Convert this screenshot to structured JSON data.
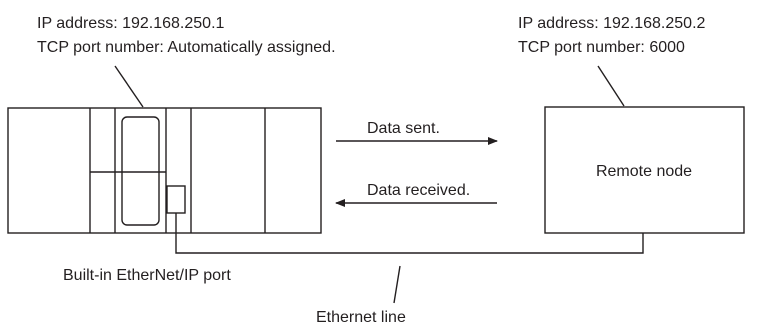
{
  "plc": {
    "ip_label": "IP address: 192.168.250.1",
    "port_label": "TCP port number: Automatically assigned.",
    "port_caption": "Built-in EtherNet/IP port"
  },
  "remote": {
    "ip_label": "IP address: 192.168.250.2",
    "port_label": "TCP port number: 6000",
    "name": "Remote node"
  },
  "arrows": {
    "sent": "Data sent.",
    "received": "Data received."
  },
  "line": {
    "label": "Ethernet line"
  },
  "colors": {
    "ink": "#231f20",
    "background": "#ffffff"
  }
}
